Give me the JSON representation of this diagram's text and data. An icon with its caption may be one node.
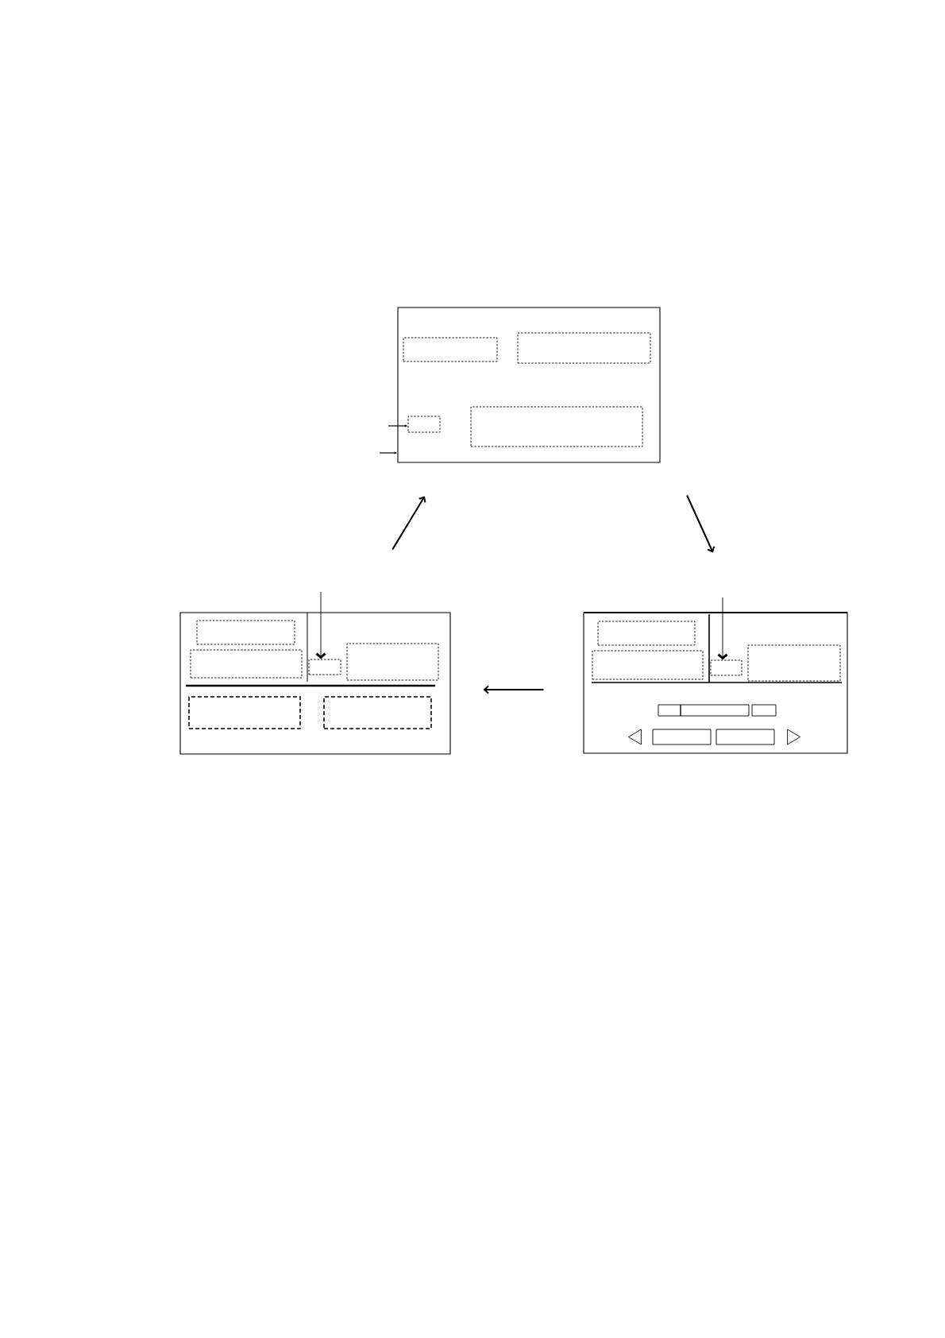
{
  "diagram": {
    "nodes": [
      {
        "text": [],
        "shape": "box"
      },
      {
        "text": [],
        "shape": "box",
        "in": 0
      },
      {
        "text": [],
        "shape": "box",
        "in": 0
      },
      {
        "text": [],
        "shape": "box",
        "in": 0
      },
      {
        "text": [],
        "shape": "box",
        "in": 0
      },
      {
        "text": [],
        "shape": "box"
      },
      {
        "text": [],
        "shape": "box",
        "in": 5
      },
      {
        "text": [],
        "shape": "box",
        "in": 5
      },
      {
        "text": [],
        "shape": "box",
        "in": 5
      },
      {
        "text": [],
        "shape": "box",
        "in": 5
      },
      {
        "text": [],
        "shape": "box",
        "in": 5
      },
      {
        "text": [],
        "shape": "box",
        "in": 5
      },
      {
        "text": [],
        "shape": "box"
      },
      {
        "text": [],
        "shape": "box",
        "in": 12
      },
      {
        "text": [],
        "shape": "box",
        "in": 12
      },
      {
        "text": [],
        "shape": "box",
        "in": 12
      },
      {
        "text": [],
        "shape": "box",
        "in": 12
      },
      {
        "text": [],
        "shape": "box",
        "in": 12
      },
      {
        "text": [],
        "shape": "box",
        "in": 12
      },
      {
        "text": [],
        "shape": "box",
        "in": 12
      },
      {
        "text": [],
        "shape": "triangle",
        "in": 12
      },
      {
        "text": [],
        "shape": "box",
        "in": 12
      },
      {
        "text": [],
        "shape": "box",
        "in": 12
      },
      {
        "text": [],
        "shape": "triangle",
        "in": 12
      }
    ],
    "edges": [
      {
        "from": 0,
        "to": 12,
        "arrow": "to"
      },
      {
        "from": 12,
        "to": 5,
        "arrow": "to"
      },
      {
        "from": 5,
        "to": 0,
        "arrow": "to"
      },
      {
        "from": null,
        "to": 3,
        "arrow": "to"
      },
      {
        "from": null,
        "to": 0,
        "arrow": "to"
      },
      {
        "from": null,
        "to": 8,
        "arrow": "to"
      },
      {
        "from": null,
        "to": 15,
        "arrow": "to"
      }
    ]
  }
}
